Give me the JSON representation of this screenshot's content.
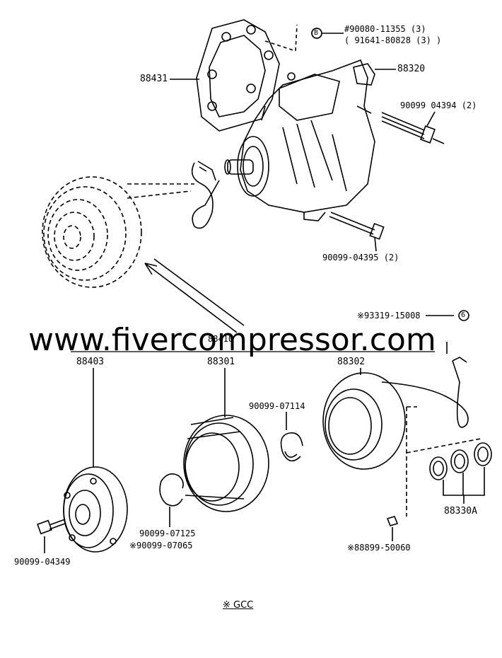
{
  "parts": {
    "p90080": "#90080-11355 (3)",
    "p91641": "( 91641-80828 (3) )",
    "p88431": "88431",
    "p88320": "88320",
    "p90099_04394": "90099  04394 (2)",
    "p90099_04395": "90099-04395 (2)",
    "p93319": "※93319-15008",
    "p88403": "88403",
    "p88301": "88301",
    "p88302": "88302",
    "p90099_07114": "90099-07114",
    "p90099_07125": "90099-07125",
    "p90099_07065": "※90099-07065",
    "p90099_04349": "90099-04349",
    "p88899": "※88899-50060",
    "p88330A": "88330A",
    "p88410": "88410"
  },
  "callouts": {
    "circle_b": "B",
    "circle_6": "6"
  },
  "watermark": "www.fivercompressor.com",
  "footer_note": "※ GCC"
}
